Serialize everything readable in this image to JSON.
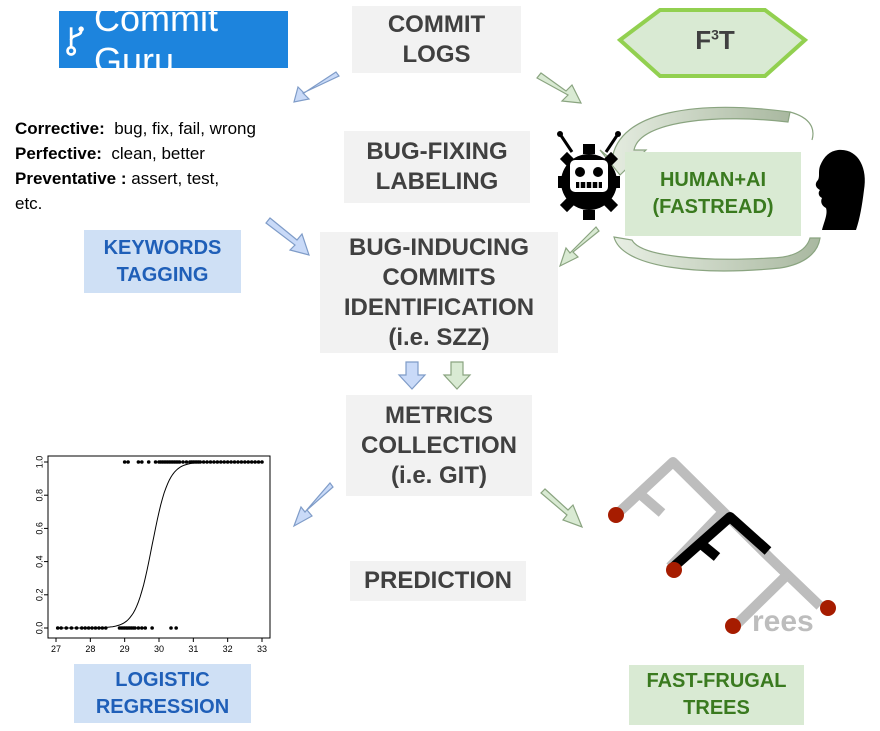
{
  "commit_guru": {
    "label": "Commit Guru",
    "color": "#1d84dd"
  },
  "commit_logs": {
    "line1": "COMMIT",
    "line2": "LOGS"
  },
  "f3t": {
    "base": "F",
    "sup": "3",
    "tail": "T"
  },
  "keywords": {
    "corrective_label": "Corrective:",
    "corrective_words": "bug, fix, fail, wrong",
    "perfective_label": "Perfective:",
    "perfective_words": "clean, better",
    "preventative_label": "Preventative :",
    "preventative_words": "assert, test,",
    "etc": "etc."
  },
  "bug_fixing": {
    "line1": "BUG-FIXING",
    "line2": "LABELING"
  },
  "human_ai": {
    "line1": "HUMAN+AI",
    "line2": "(FASTREAD)"
  },
  "keywords_tagging": {
    "line1": "KEYWORDS",
    "line2": "TAGGING"
  },
  "bug_inducing": {
    "line1": "BUG-INDUCING",
    "line2": "COMMITS",
    "line3": "IDENTIFICATION",
    "line4": "(i.e. SZZ)"
  },
  "metrics": {
    "line1": "METRICS",
    "line2": "COLLECTION",
    "line3": "(i.e. GIT)"
  },
  "prediction": {
    "label": "PREDICTION"
  },
  "logistic": {
    "line1": "LOGISTIC",
    "line2": "REGRESSION"
  },
  "fft": {
    "line1": "FAST-FRUGAL",
    "line2": "TREES",
    "logo_text": "rees"
  },
  "chart_data": {
    "type": "scatter",
    "x_ticks": [
      "27",
      "28",
      "29",
      "30",
      "31",
      "32",
      "33"
    ],
    "y_ticks": [
      "0.0",
      "0.2",
      "0.4",
      "0.6",
      "0.8",
      "1.0"
    ],
    "xlim": [
      27,
      33
    ],
    "ylim": [
      0,
      1
    ],
    "curve": {
      "type": "logistic",
      "midpoint": 29.8,
      "steepness": 4.2
    },
    "points_y1": [
      29.0,
      29.1,
      29.4,
      29.5,
      29.7,
      29.9,
      30.0,
      30.05,
      30.1,
      30.15,
      30.2,
      30.25,
      30.3,
      30.35,
      30.4,
      30.45,
      30.5,
      30.55,
      30.6,
      30.7,
      30.8,
      30.9,
      30.95,
      31.0,
      31.05,
      31.1,
      31.15,
      31.2,
      31.3,
      31.4,
      31.5,
      31.6,
      31.7,
      31.8,
      31.9,
      32.0,
      32.1,
      32.2,
      32.3,
      32.4,
      32.5,
      32.6,
      32.7,
      32.8,
      32.9,
      33.0
    ],
    "points_y0": [
      27.05,
      27.15,
      27.3,
      27.45,
      27.6,
      27.75,
      27.85,
      27.95,
      28.05,
      28.15,
      28.25,
      28.35,
      28.45,
      28.85,
      28.9,
      28.95,
      29.0,
      29.05,
      29.1,
      29.15,
      29.2,
      29.25,
      29.3,
      29.4,
      29.5,
      29.6,
      29.8,
      30.35,
      30.5
    ]
  },
  "colors": {
    "blue_arrow": "#c9daf8",
    "green_arrow": "#d9ead3",
    "grey_box": "#f2f2f2",
    "tree_grey": "#bdbdbd",
    "tree_red": "#a61c00"
  }
}
